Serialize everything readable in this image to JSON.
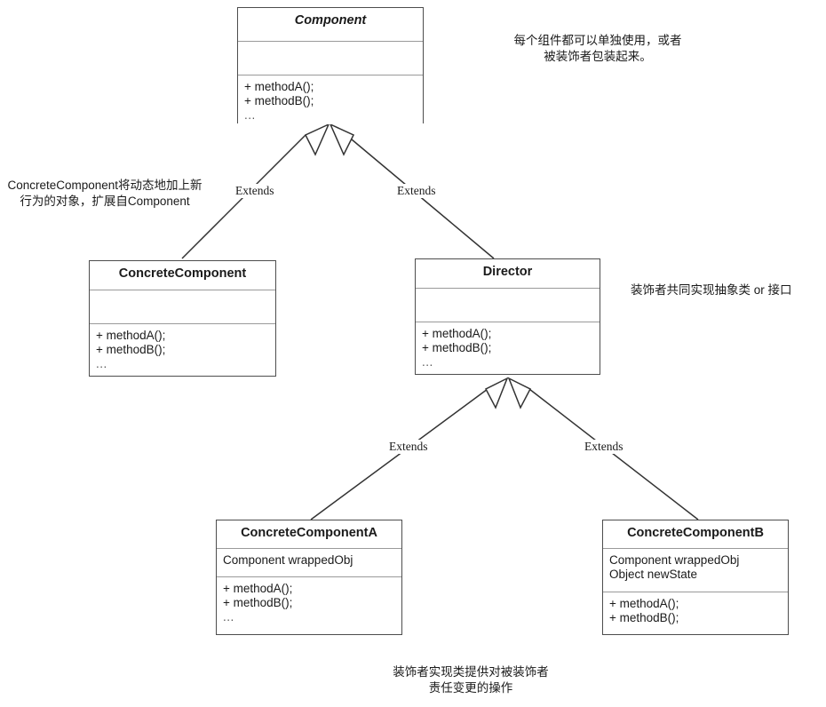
{
  "diagram": {
    "title": "Decorator Pattern UML Class Diagram",
    "type": "uml-class-diagram",
    "background_color": "#ffffff",
    "line_color": "#333333",
    "box_border_color": "#4d4d4d",
    "divider_color": "#9a9a9a",
    "text_color": "#1a1a1a"
  },
  "classes": {
    "component": {
      "name": "Component",
      "abstract": true,
      "attributes": [],
      "operations": [
        "+ methodA();",
        "+ methodB();",
        "..."
      ]
    },
    "concrete_component": {
      "name": "ConcreteComponent",
      "abstract": false,
      "attributes": [],
      "operations": [
        "+ methodA();",
        "+ methodB();",
        "..."
      ]
    },
    "director": {
      "name": "Director",
      "abstract": false,
      "attributes": [],
      "operations": [
        "+ methodA();",
        "+ methodB();",
        "..."
      ]
    },
    "concrete_component_a": {
      "name": "ConcreteComponentA",
      "abstract": false,
      "attributes": [
        "Component wrappedObj"
      ],
      "operations": [
        "+ methodA();",
        "+ methodB();",
        "..."
      ]
    },
    "concrete_component_b": {
      "name": "ConcreteComponentB",
      "abstract": false,
      "attributes": [
        "Component wrappedObj",
        "Object newState"
      ],
      "operations": [
        "+ methodA();",
        "+ methodB();"
      ]
    }
  },
  "relationships": {
    "extends_label": "Extends",
    "edges": [
      {
        "id": "concrete-component-to-component",
        "label": "Extends",
        "from": "concrete_component",
        "to": "component"
      },
      {
        "id": "director-to-component",
        "label": "Extends",
        "from": "director",
        "to": "component"
      },
      {
        "id": "concrete-component-a-to-director",
        "label": "Extends",
        "from": "concrete_component_a",
        "to": "director"
      },
      {
        "id": "concrete-component-b-to-director",
        "label": "Extends",
        "from": "concrete_component_b",
        "to": "director"
      }
    ]
  },
  "annotations": {
    "top_right": "每个组件都可以单独使用，或者\n被装饰者包装起来。",
    "left": "ConcreteComponent将动态地加上新\n行为的对象，扩展自Component",
    "right": "装饰者共同实现抽象类 or 接口",
    "bottom": "装饰者实现类提供对被装饰者\n责任变更的操作"
  }
}
